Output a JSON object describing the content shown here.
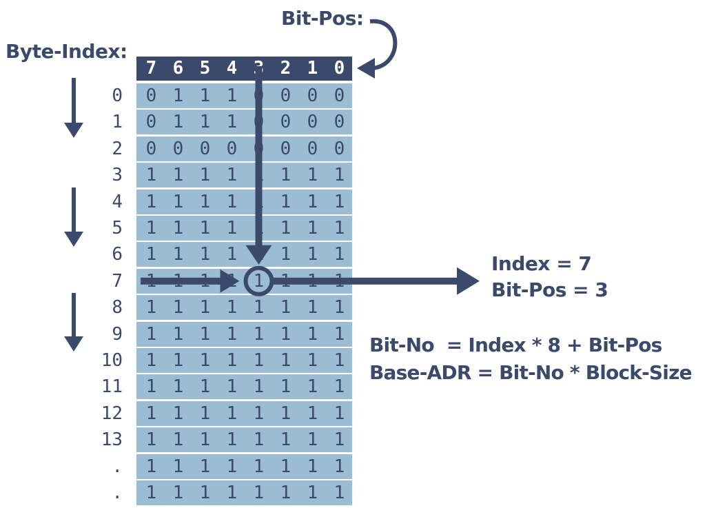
{
  "labels": {
    "bit_pos_title": "Bit-Pos:",
    "byte_index_title": "Byte-Index:",
    "result_index": "Index = 7",
    "result_bit_pos": "Bit-Pos = 3",
    "formula_bit_no": "Bit-No  = Index * 8 + Bit-Pos",
    "formula_base_adr": "Base-ADR = Bit-No * Block-Size"
  },
  "bit_positions": [
    "7",
    "6",
    "5",
    "4",
    "3",
    "2",
    "1",
    "0"
  ],
  "rows": [
    {
      "index": "0",
      "bits": [
        "0",
        "1",
        "1",
        "1",
        "0",
        "0",
        "0",
        "0"
      ]
    },
    {
      "index": "1",
      "bits": [
        "0",
        "1",
        "1",
        "1",
        "0",
        "0",
        "0",
        "0"
      ]
    },
    {
      "index": "2",
      "bits": [
        "0",
        "0",
        "0",
        "0",
        "0",
        "0",
        "0",
        "0"
      ]
    },
    {
      "index": "3",
      "bits": [
        "1",
        "1",
        "1",
        "1",
        "1",
        "1",
        "1",
        "1"
      ]
    },
    {
      "index": "4",
      "bits": [
        "1",
        "1",
        "1",
        "1",
        "1",
        "1",
        "1",
        "1"
      ]
    },
    {
      "index": "5",
      "bits": [
        "1",
        "1",
        "1",
        "1",
        "1",
        "1",
        "1",
        "1"
      ]
    },
    {
      "index": "6",
      "bits": [
        "1",
        "1",
        "1",
        "1",
        "1",
        "1",
        "1",
        "1"
      ]
    },
    {
      "index": "7",
      "bits": [
        "1",
        "1",
        "1",
        "1",
        "1",
        "1",
        "1",
        "1"
      ]
    },
    {
      "index": "8",
      "bits": [
        "1",
        "1",
        "1",
        "1",
        "1",
        "1",
        "1",
        "1"
      ]
    },
    {
      "index": "9",
      "bits": [
        "1",
        "1",
        "1",
        "1",
        "1",
        "1",
        "1",
        "1"
      ]
    },
    {
      "index": "10",
      "bits": [
        "1",
        "1",
        "1",
        "1",
        "1",
        "1",
        "1",
        "1"
      ]
    },
    {
      "index": "11",
      "bits": [
        "1",
        "1",
        "1",
        "1",
        "1",
        "1",
        "1",
        "1"
      ]
    },
    {
      "index": "12",
      "bits": [
        "1",
        "1",
        "1",
        "1",
        "1",
        "1",
        "1",
        "1"
      ]
    },
    {
      "index": "13",
      "bits": [
        "1",
        "1",
        "1",
        "1",
        "1",
        "1",
        "1",
        "1"
      ]
    },
    {
      "index": ".",
      "bits": [
        "1",
        "1",
        "1",
        "1",
        "1",
        "1",
        "1",
        "1"
      ]
    },
    {
      "index": ".",
      "bits": [
        "1",
        "1",
        "1",
        "1",
        "1",
        "1",
        "1",
        "1"
      ]
    }
  ],
  "highlight": {
    "row": 7,
    "bit_column": 4
  },
  "colors": {
    "dark": "#3b4a6b",
    "cell": "#9bbcd2",
    "header_text": "#ffffff"
  }
}
